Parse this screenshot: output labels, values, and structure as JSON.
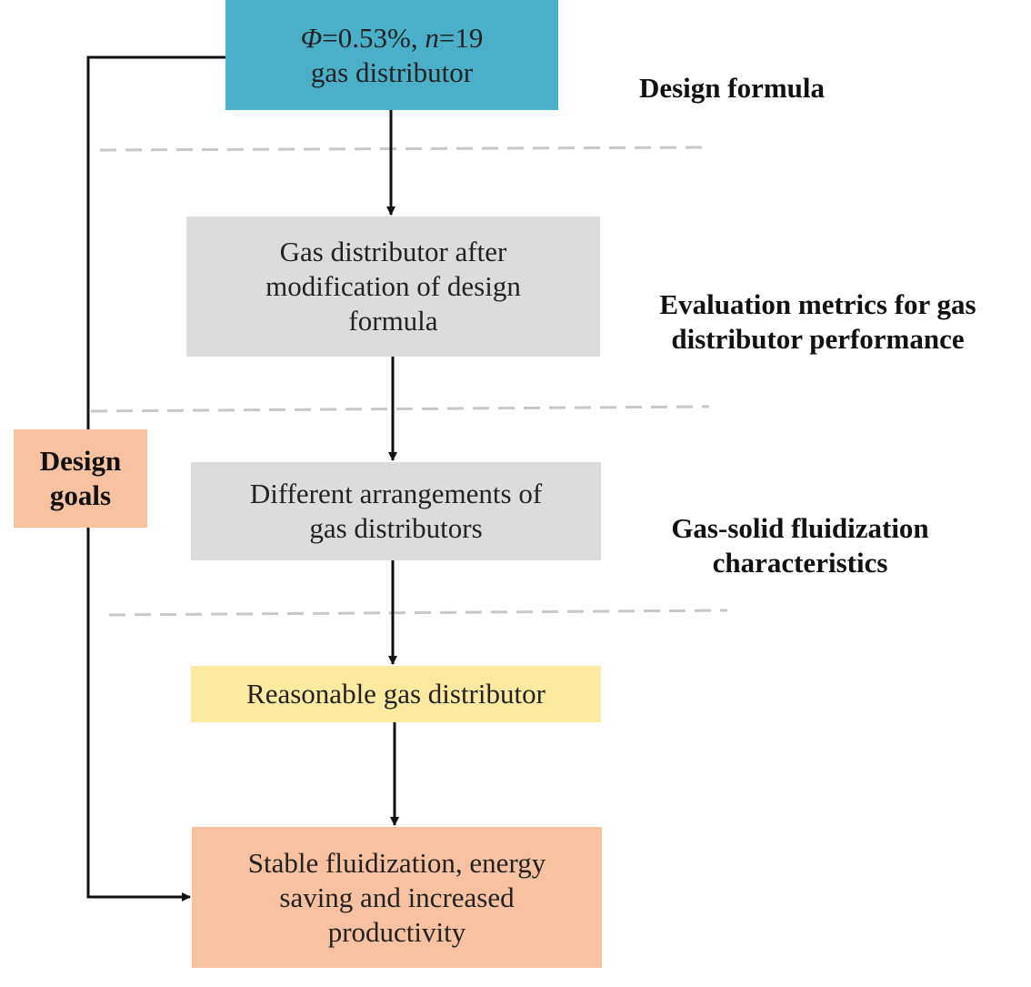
{
  "colors": {
    "blue_box": "#4aafc9",
    "gray_box": "#dcdcdc",
    "yellow_box": "#fde9a0",
    "orange_box": "#f8c2a0",
    "line": "#111111",
    "dashed": "#c8c8c8"
  },
  "boxes": {
    "top": {
      "phi_symbol": "Φ",
      "phi_value": "=0.53%, ",
      "n_symbol": "n",
      "n_value": "=19",
      "line2": "gas distributor"
    },
    "modified": {
      "text": "Gas distributor after\nmodification of design\nformula"
    },
    "arrangements": {
      "text": "Different arrangements of\ngas distributors"
    },
    "reasonable": {
      "text": "Reasonable gas distributor"
    },
    "outcome": {
      "text": "Stable fluidization, energy\nsaving and increased\nproductivity"
    }
  },
  "stages": {
    "design_formula": "Design formula",
    "evaluation": "Evaluation metrics for gas\ndistributor performance",
    "fluidization": "Gas-solid fluidization\ncharacteristics"
  },
  "goals": {
    "text": "Design\ngoals"
  }
}
